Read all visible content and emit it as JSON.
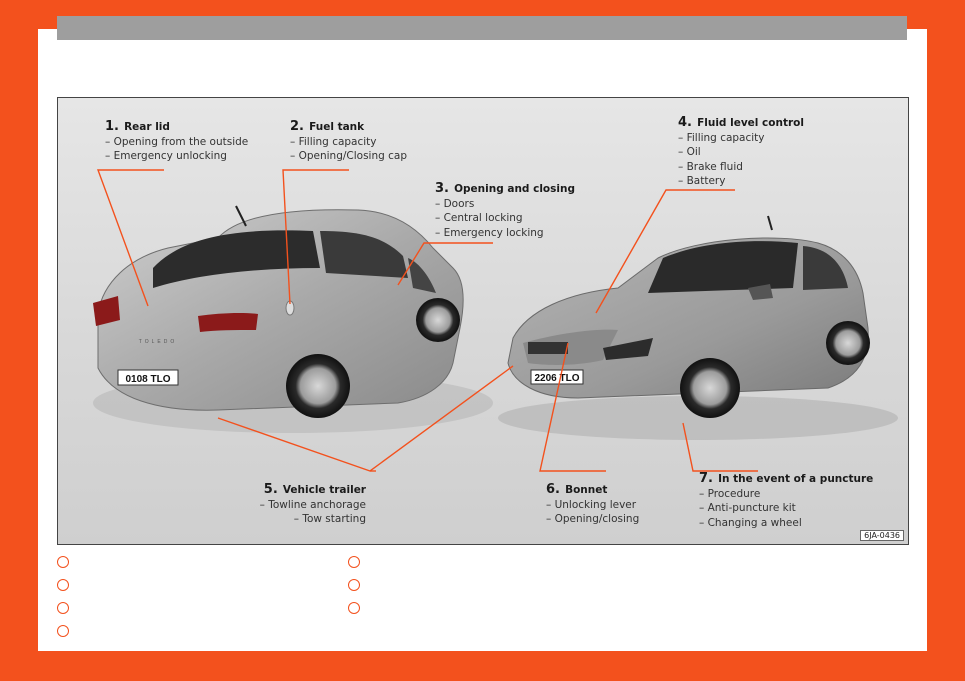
{
  "figure": {
    "code": "6JA-0436",
    "left_car_plate": "0108 TLO",
    "right_car_plate": "2206 TLO",
    "left_car_badge": "TOLEDO"
  },
  "callouts": [
    {
      "num": "1.",
      "title": "Rear lid",
      "items": [
        "– Opening from the outside",
        "– Emergency unlocking"
      ]
    },
    {
      "num": "2.",
      "title": "Fuel tank",
      "items": [
        "– Filling capacity",
        "– Opening/Closing cap"
      ]
    },
    {
      "num": "3.",
      "title": "Opening and closing",
      "items": [
        "– Doors",
        "– Central locking",
        "– Emergency locking"
      ]
    },
    {
      "num": "4.",
      "title": "Fluid level control",
      "items": [
        "– Filling capacity",
        "– Oil",
        "– Brake fluid",
        "– Battery"
      ]
    },
    {
      "num": "5.",
      "title": "Vehicle trailer",
      "items": [
        "– Towline anchorage",
        "– Tow starting"
      ]
    },
    {
      "num": "6.",
      "title": "Bonnet",
      "items": [
        "– Unlocking lever",
        "– Opening/closing"
      ]
    },
    {
      "num": "7.",
      "title": "In the event of a puncture",
      "items": [
        "– Procedure",
        "– Anti-puncture kit",
        "– Changing a wheel"
      ]
    }
  ],
  "colors": {
    "accent": "#f3511d",
    "header_bar": "#9e9e9e",
    "paper": "#ffffff"
  }
}
